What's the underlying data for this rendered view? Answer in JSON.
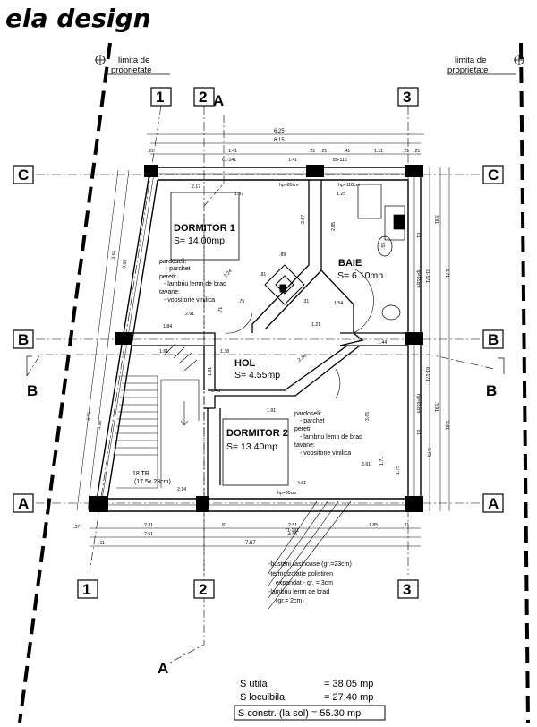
{
  "header": {
    "logo": "ela design"
  },
  "property_limit": {
    "left": [
      "limita de",
      "proprietate"
    ],
    "right": [
      "limita de",
      "proprietate"
    ]
  },
  "grid": {
    "numbers": [
      "1",
      "2",
      "3"
    ],
    "letters": [
      "A",
      "B",
      "C"
    ],
    "sections": {
      "a_top": "A",
      "a_bottom": "A",
      "b_left": "B",
      "b_right": "B"
    }
  },
  "rooms": {
    "dormitor1": {
      "name": "DORMITOR 1",
      "area": "S= 14.00mp"
    },
    "baie": {
      "name": "BAIE",
      "area": "S= 6.10mp"
    },
    "hol": {
      "name": "HOL",
      "area": "S= 4.55mp"
    },
    "dormitor2": {
      "name": "DORMITOR 2",
      "area": "S= 13.40mp"
    }
  },
  "finishes_1": [
    "pardoseli:",
    "- parchet",
    "pereti:",
    "- lambriu lemn de brad",
    "tavane:",
    "- vopsitorie vinilica"
  ],
  "finishes_2": [
    "pardoseli:",
    "- parchet",
    "pereti:",
    "- lambriu lemn de brad",
    "tavane:",
    "- vopsitorie vinilica"
  ],
  "stairs": {
    "label": "18 TR",
    "size": "(17.5x 28cm)"
  },
  "dimensions": {
    "top1": "6.25",
    "top2": "6.15",
    "top3": [
      ".21",
      "1.41",
      ".21",
      ".21",
      ".41",
      "1.11",
      ".21",
      ".21"
    ],
    "top_openings": [
      "61-141",
      "85-115",
      "hp=85cm",
      "hp=118cm"
    ],
    "bottom1": [
      "2.31",
      "2.51",
      "1.85"
    ],
    "bottom2": [
      "2.51",
      "4.85"
    ],
    "bottom3": "7.57",
    "bottom_opening": "hp=85cm",
    "bottom_small": [
      "81",
      "71-191",
      ".21",
      ".11",
      ".37"
    ],
    "left": [
      "3.95",
      "3.85",
      "3.35",
      "3.95"
    ],
    "right": [
      "3.91",
      "3.71",
      "3.91",
      "3.75",
      "3.91"
    ],
    "right_openings": [
      "hp=85cm",
      "hp=85cm",
      "61-171",
      "61-171",
      "81",
      "81"
    ],
    "internal": [
      "2.17",
      "1.87",
      "2.87",
      "2.85",
      "1.25",
      "1.84",
      "2.91",
      "1.61",
      "1.38",
      "1.91",
      "2.43",
      "3.91",
      "4.61",
      "2.14",
      "3.65",
      "1.71",
      "1.75",
      ".55",
      ".71",
      "1.91",
      "1.44",
      "2.24",
      "1.54",
      ".31",
      ".81",
      ".75",
      ".89",
      "2.26",
      "1.21",
      "1.41"
    ]
  },
  "section_detail": [
    "-busteni rasinoase (gr.=23cm)",
    "-termoizolatie polistiren",
    "expandat - gr. = 3cm",
    "-lambriu lemn de brad",
    "(gr.= 2cm)"
  ],
  "areas": {
    "utila_label": "S utila",
    "utila_value": "= 38.05 mp",
    "locuibila_label": "S locuibila",
    "locuibila_value": "= 27.40 mp",
    "constr": "S constr. (la sol) = 55.30 mp"
  }
}
